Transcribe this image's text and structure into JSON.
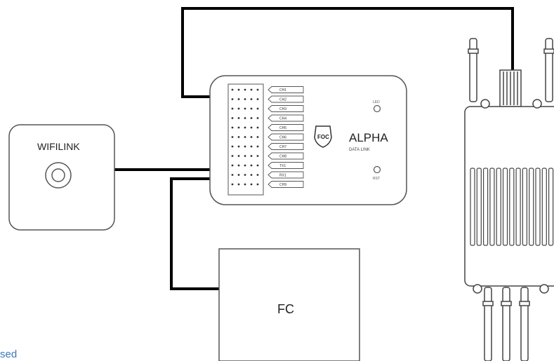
{
  "wifilink": {
    "label": "WIFILINK"
  },
  "alpha": {
    "logo_text": "FOC",
    "title": "ALPHA",
    "subtitle": "DATA LINK",
    "led_label": "LED",
    "rst_label": "RST",
    "channels": [
      "CH1",
      "CH2",
      "CH3",
      "CH4",
      "CH5",
      "CH6",
      "CH7",
      "CH8",
      "TX1",
      "RX1",
      "CH9"
    ]
  },
  "fc": {
    "label": "FC"
  },
  "caption": {
    "text": "sed"
  },
  "colors": {
    "wire": "#000000",
    "outline": "#555555",
    "caption": "#3a78b8"
  }
}
